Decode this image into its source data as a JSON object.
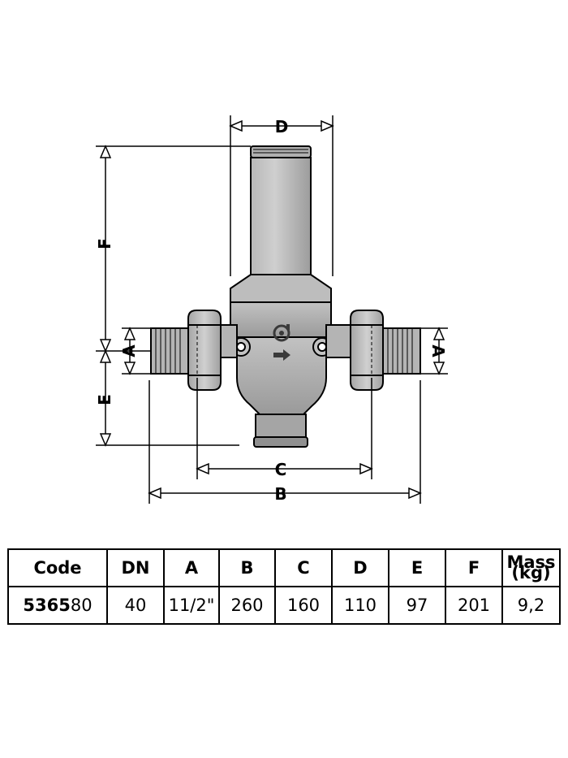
{
  "dimensions": {
    "labels": {
      "A": "A",
      "B": "B",
      "C": "C",
      "D": "D",
      "E": "E",
      "F": "F"
    }
  },
  "logo": {
    "name": "caleffi-logo-icon"
  },
  "flow": {
    "name": "flow-arrow-icon"
  },
  "table": {
    "headers": {
      "code": "Code",
      "dn": "DN",
      "a": "A",
      "b": "B",
      "c": "C",
      "d": "D",
      "e": "E",
      "f": "F",
      "mass_line1": "Mass",
      "mass_line2": "(kg)"
    },
    "row": {
      "code_bold": "5365",
      "code_rest": "80",
      "dn": "40",
      "a": "11/2\"",
      "b": "260",
      "c": "160",
      "d": "110",
      "e": "97",
      "f": "201",
      "mass": "9,2"
    }
  },
  "colors": {
    "body": "#a7a7a7",
    "body_dark": "#8c8c8c",
    "body_light": "#c9c9c9",
    "line": "#000000"
  }
}
